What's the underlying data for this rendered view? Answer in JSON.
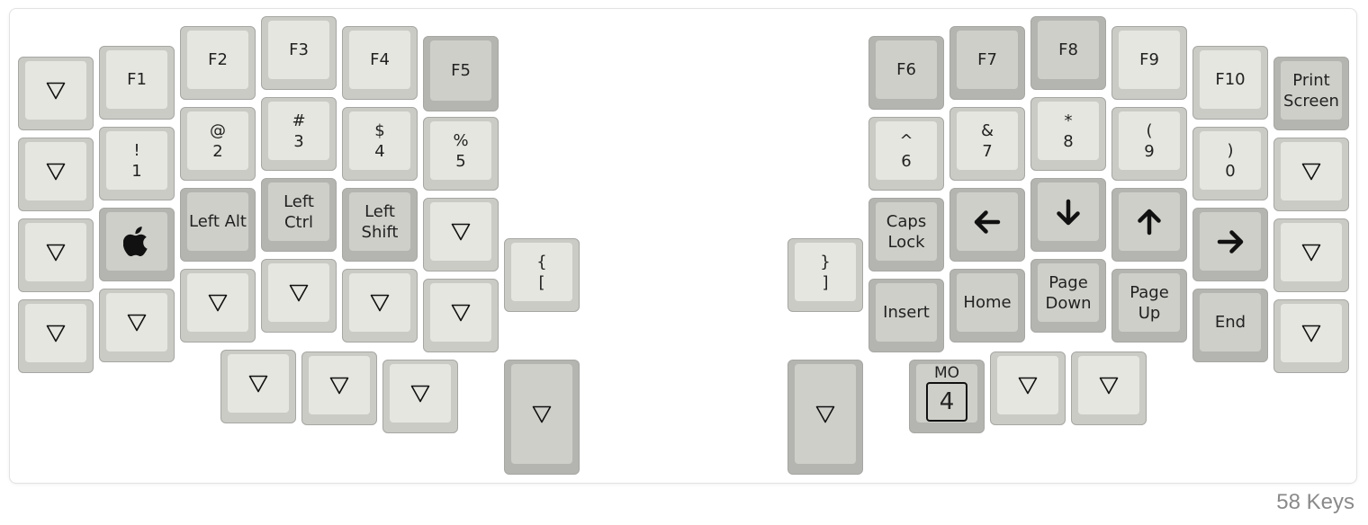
{
  "keys": [
    {
      "id": "l00",
      "color": "light",
      "legends": [
        "▽"
      ]
    },
    {
      "id": "l01",
      "color": "light",
      "legends": [
        "F1"
      ]
    },
    {
      "id": "l02",
      "color": "light",
      "legends": [
        "F2"
      ]
    },
    {
      "id": "l03",
      "color": "light",
      "legends": [
        "F3"
      ]
    },
    {
      "id": "l04",
      "color": "light",
      "legends": [
        "F4"
      ]
    },
    {
      "id": "l05",
      "color": "dark",
      "legends": [
        "F5"
      ]
    },
    {
      "id": "l10",
      "color": "light",
      "legends": [
        "▽"
      ]
    },
    {
      "id": "l11",
      "color": "light",
      "legends": [
        "!",
        "1"
      ]
    },
    {
      "id": "l12",
      "color": "light",
      "legends": [
        "@",
        "2"
      ]
    },
    {
      "id": "l13",
      "color": "light",
      "legends": [
        "#",
        "3"
      ]
    },
    {
      "id": "l14",
      "color": "light",
      "legends": [
        "$",
        "4"
      ]
    },
    {
      "id": "l15",
      "color": "light",
      "legends": [
        "%",
        "5"
      ]
    },
    {
      "id": "l20",
      "color": "light",
      "legends": [
        "▽"
      ]
    },
    {
      "id": "l21",
      "color": "dark",
      "icon": "apple-icon"
    },
    {
      "id": "l22",
      "color": "dark",
      "legends": [
        "Left Alt"
      ]
    },
    {
      "id": "l23",
      "color": "dark",
      "legends": [
        "Left",
        "Ctrl"
      ]
    },
    {
      "id": "l24",
      "color": "dark",
      "legends": [
        "Left",
        "Shift"
      ]
    },
    {
      "id": "l25",
      "color": "light",
      "legends": [
        "▽"
      ]
    },
    {
      "id": "l30",
      "color": "light",
      "legends": [
        "▽"
      ]
    },
    {
      "id": "l31",
      "color": "light",
      "legends": [
        "▽"
      ]
    },
    {
      "id": "l32",
      "color": "light",
      "legends": [
        "▽"
      ]
    },
    {
      "id": "l33",
      "color": "light",
      "legends": [
        "▽"
      ]
    },
    {
      "id": "l34",
      "color": "light",
      "legends": [
        "▽"
      ]
    },
    {
      "id": "l35",
      "color": "light",
      "legends": [
        "▽"
      ]
    },
    {
      "id": "l36",
      "color": "light",
      "legends": [
        "{",
        "["
      ]
    },
    {
      "id": "l40",
      "color": "light",
      "legends": [
        "▽"
      ]
    },
    {
      "id": "l41",
      "color": "light",
      "legends": [
        "▽"
      ]
    },
    {
      "id": "l42",
      "color": "light",
      "legends": [
        "▽"
      ]
    },
    {
      "id": "l43",
      "color": "dark",
      "legends": [
        "▽"
      ]
    },
    {
      "id": "r00",
      "color": "dark",
      "legends": [
        "F6"
      ]
    },
    {
      "id": "r01",
      "color": "dark",
      "legends": [
        "F7"
      ]
    },
    {
      "id": "r02",
      "color": "dark",
      "legends": [
        "F8"
      ]
    },
    {
      "id": "r03",
      "color": "light",
      "legends": [
        "F9"
      ]
    },
    {
      "id": "r04",
      "color": "light",
      "legends": [
        "F10"
      ]
    },
    {
      "id": "r05",
      "color": "dark",
      "legends": [
        "Print",
        "Screen"
      ]
    },
    {
      "id": "r10",
      "color": "light",
      "legends": [
        "^",
        "6"
      ]
    },
    {
      "id": "r11",
      "color": "light",
      "legends": [
        "&",
        "7"
      ]
    },
    {
      "id": "r12",
      "color": "light",
      "legends": [
        "*",
        "8"
      ]
    },
    {
      "id": "r13",
      "color": "light",
      "legends": [
        "(",
        "9"
      ]
    },
    {
      "id": "r14",
      "color": "light",
      "legends": [
        ")",
        "0"
      ]
    },
    {
      "id": "r15",
      "color": "light",
      "legends": [
        "▽"
      ]
    },
    {
      "id": "r20",
      "color": "dark",
      "legends": [
        "Caps",
        "Lock"
      ]
    },
    {
      "id": "r21",
      "color": "dark",
      "icon": "arrow-left-icon"
    },
    {
      "id": "r22",
      "color": "dark",
      "icon": "arrow-down-icon"
    },
    {
      "id": "r23",
      "color": "dark",
      "icon": "arrow-up-icon"
    },
    {
      "id": "r24",
      "color": "dark",
      "icon": "arrow-right-icon"
    },
    {
      "id": "r25",
      "color": "light",
      "legends": [
        "▽"
      ]
    },
    {
      "id": "r26",
      "color": "light",
      "legends": [
        "}",
        "]"
      ]
    },
    {
      "id": "r30",
      "color": "dark",
      "legends": [
        "Insert"
      ]
    },
    {
      "id": "r31",
      "color": "dark",
      "legends": [
        "Home"
      ]
    },
    {
      "id": "r32",
      "color": "dark",
      "legends": [
        "Page",
        "Down"
      ]
    },
    {
      "id": "r33",
      "color": "dark",
      "legends": [
        "Page",
        "Up"
      ]
    },
    {
      "id": "r34",
      "color": "dark",
      "legends": [
        "End"
      ]
    },
    {
      "id": "r35",
      "color": "light",
      "legends": [
        "▽"
      ]
    },
    {
      "id": "r40",
      "color": "dark",
      "legends": [
        "▽"
      ]
    },
    {
      "id": "r41",
      "color": "dark",
      "mo": {
        "label": "MO",
        "layer": "4"
      }
    },
    {
      "id": "r42",
      "color": "light",
      "legends": [
        "▽"
      ]
    },
    {
      "id": "r43",
      "color": "light",
      "legends": [
        "▽"
      ]
    }
  ],
  "footer": {
    "key_count": "58 Keys"
  }
}
